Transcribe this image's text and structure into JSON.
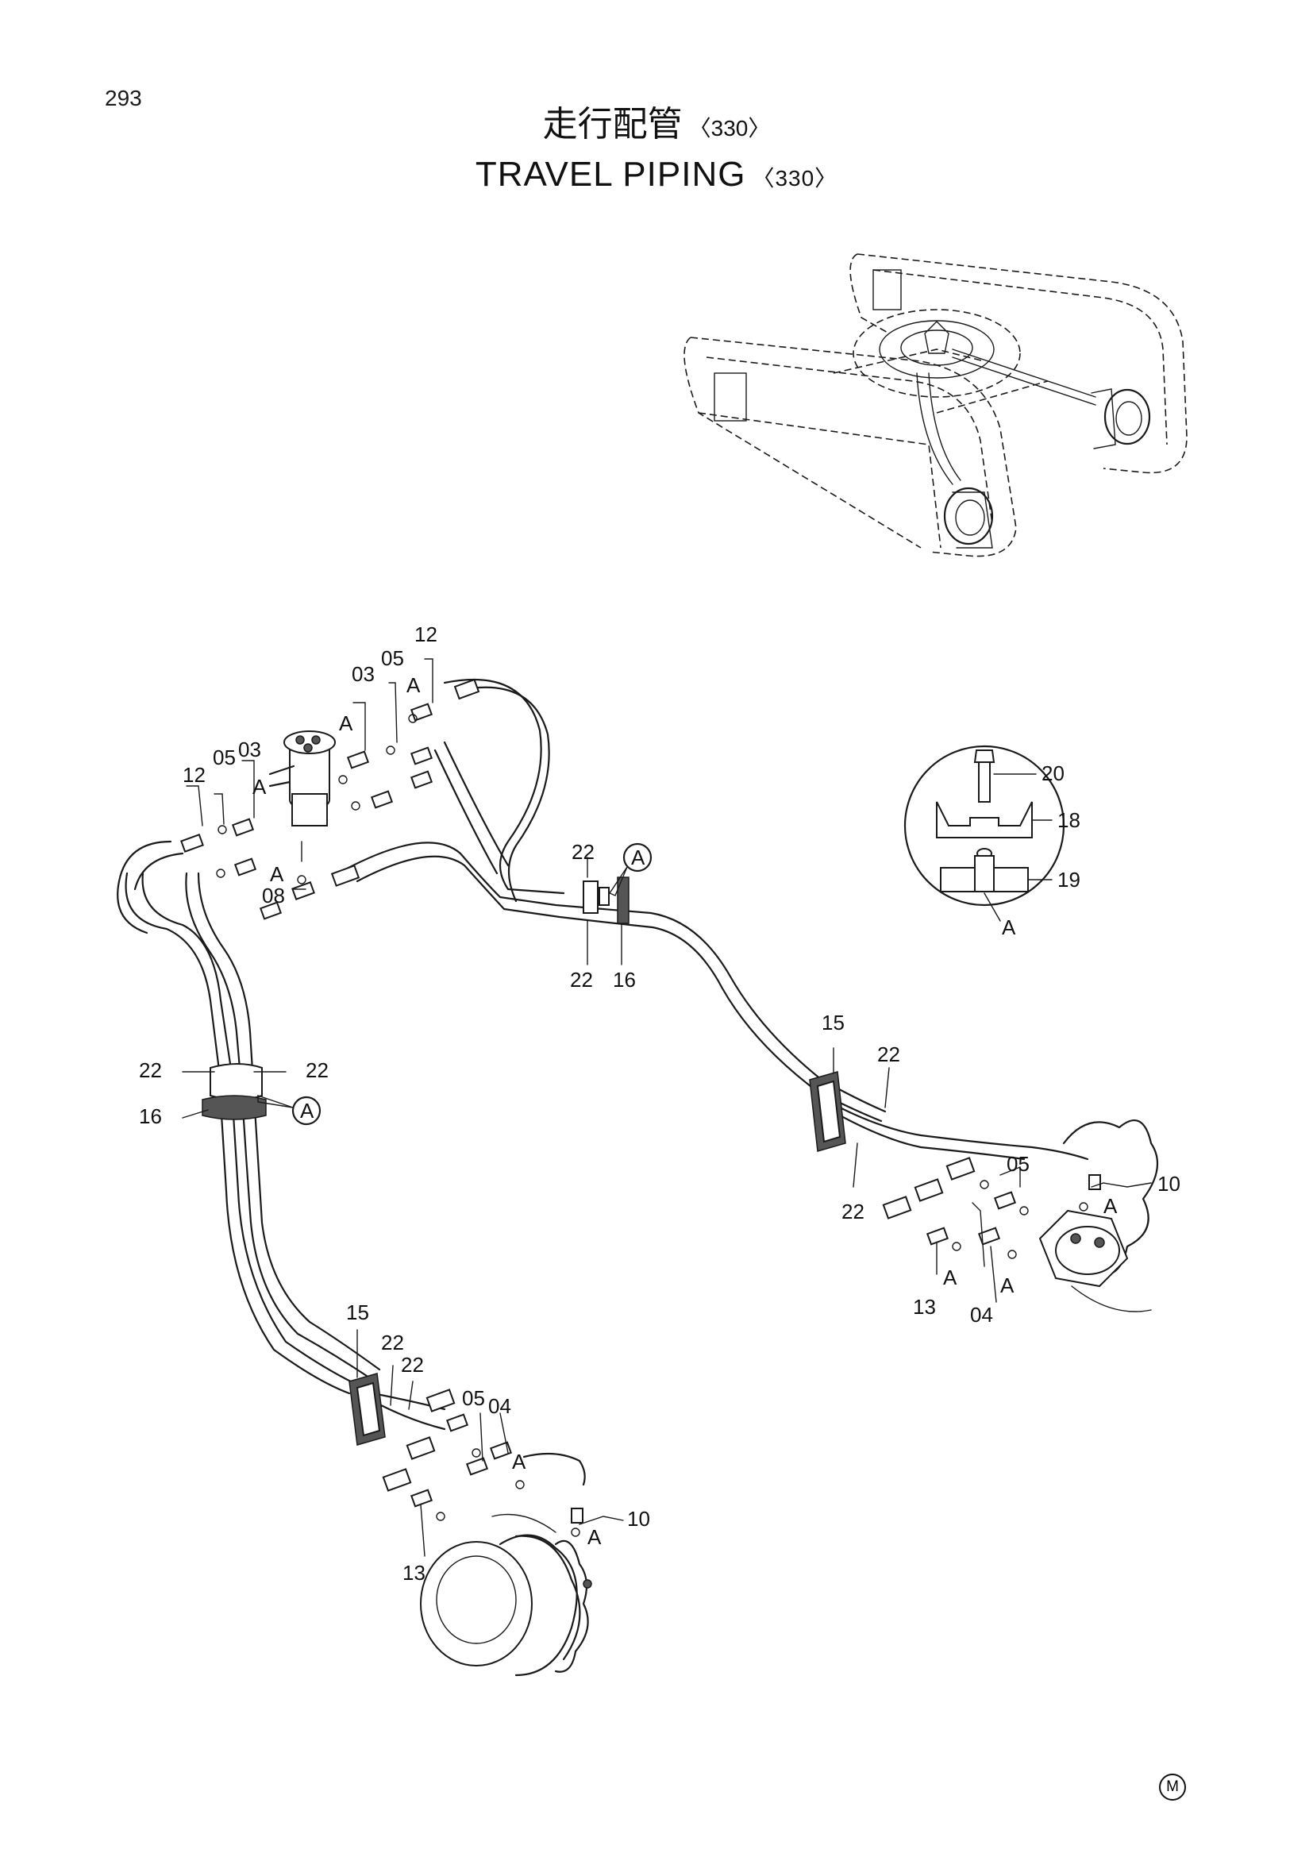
{
  "page_number": "293",
  "title": {
    "japanese": "走行配管",
    "english": "TRAVEL PIPING",
    "variant": "〈330〉"
  },
  "detail_marker": "A",
  "callouts": {
    "center_joint": [
      "12",
      "05",
      "03",
      "A",
      "03",
      "05",
      "12",
      "A",
      "A",
      "A",
      "08"
    ],
    "clamp_a_right": [
      "22",
      "22",
      "16"
    ],
    "clamp_a_left": [
      "22",
      "22",
      "16"
    ],
    "right_motor": [
      "15",
      "22",
      "22",
      "05",
      "10",
      "A",
      "A",
      "A",
      "13",
      "04"
    ],
    "left_motor": [
      "15",
      "22",
      "22",
      "05",
      "04",
      "A",
      "10",
      "A",
      "13"
    ],
    "detail_view": [
      "20",
      "18",
      "19",
      "A"
    ]
  },
  "manufacturer_mark": "M"
}
